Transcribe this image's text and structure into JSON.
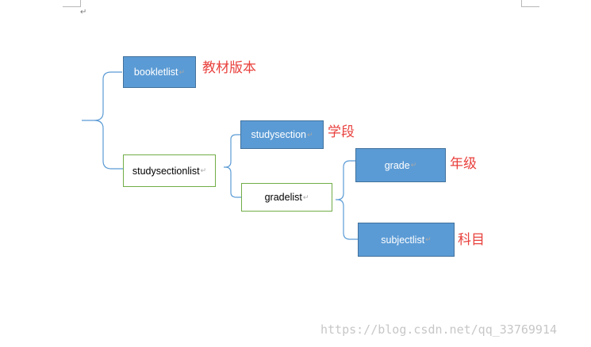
{
  "nodes": {
    "bookletlist": "bookletlist",
    "studysectionlist": "studysectionlist",
    "studysection": "studysection",
    "gradelist": "gradelist",
    "grade": "grade",
    "subjectlist": "subjectlist"
  },
  "annotations": {
    "bookletlist": "教材版本",
    "studysection": "学段",
    "grade": "年级",
    "subjectlist": "科目"
  },
  "paragraph_mark": "↵",
  "watermark": "https://blog.csdn.net/qq_33769914",
  "colors": {
    "filled_box": "#5b9bd5",
    "filled_border": "#41719c",
    "outline_border": "#70ad47",
    "bracket": "#5b9bd5",
    "annotation": "#e8413d"
  }
}
